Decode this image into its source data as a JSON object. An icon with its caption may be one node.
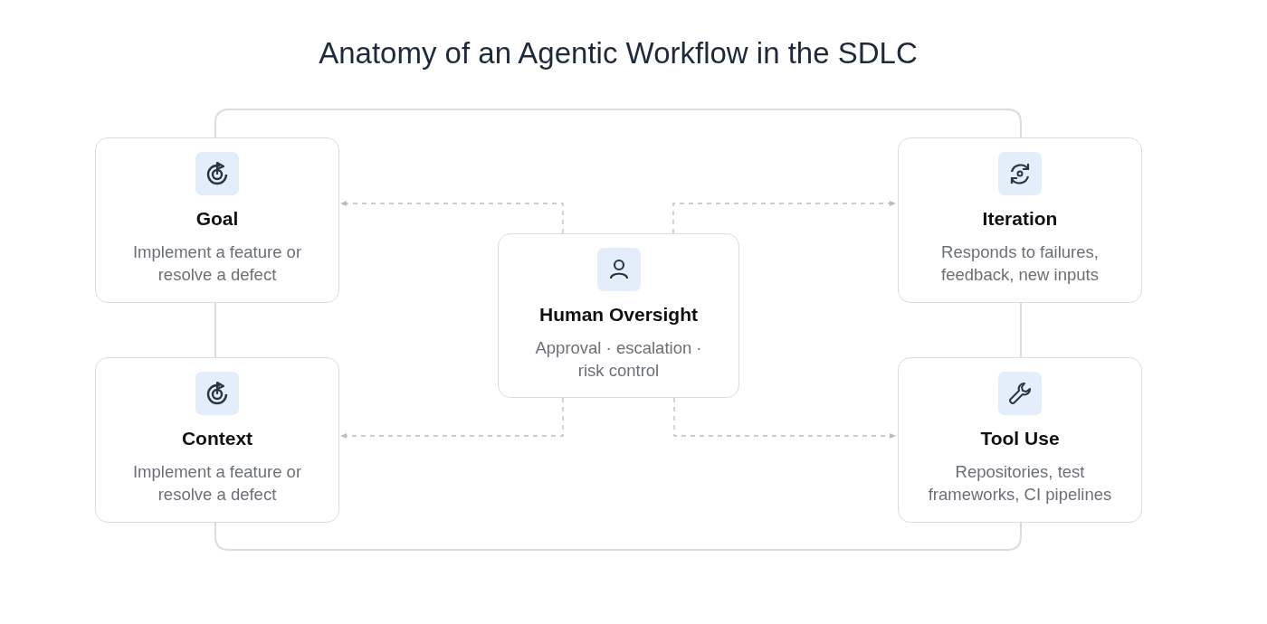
{
  "diagram": {
    "title": "Anatomy of an Agentic Workflow in the SDLC",
    "nodes": [
      {
        "text": [
          "Goal",
          "Implement a feature or resolve a defect"
        ]
      },
      {
        "text": [
          "Iteration",
          "Responds to failures, feedback, new inputs"
        ]
      },
      {
        "text": [
          "Human Oversight",
          "Approval · escalation · risk control"
        ]
      },
      {
        "text": [
          "Context",
          "Implement a feature or resolve a defect"
        ]
      },
      {
        "text": [
          "Tool Use",
          "Repositories, test frameworks, CI pipelines"
        ]
      }
    ],
    "edges": [
      {
        "from": 0,
        "to": 1,
        "arrow": "none"
      },
      {
        "from": 0,
        "to": 3,
        "arrow": "none"
      },
      {
        "from": 1,
        "to": 4,
        "arrow": "none"
      },
      {
        "from": 3,
        "to": 4,
        "arrow": "none"
      },
      {
        "from": 2,
        "to": 0,
        "arrow": "to",
        "style": "dashed"
      },
      {
        "from": 2,
        "to": 1,
        "arrow": "to",
        "style": "dashed"
      },
      {
        "from": 2,
        "to": 3,
        "arrow": "to",
        "style": "dashed"
      },
      {
        "from": 2,
        "to": 4,
        "arrow": "to",
        "style": "dashed"
      }
    ]
  }
}
